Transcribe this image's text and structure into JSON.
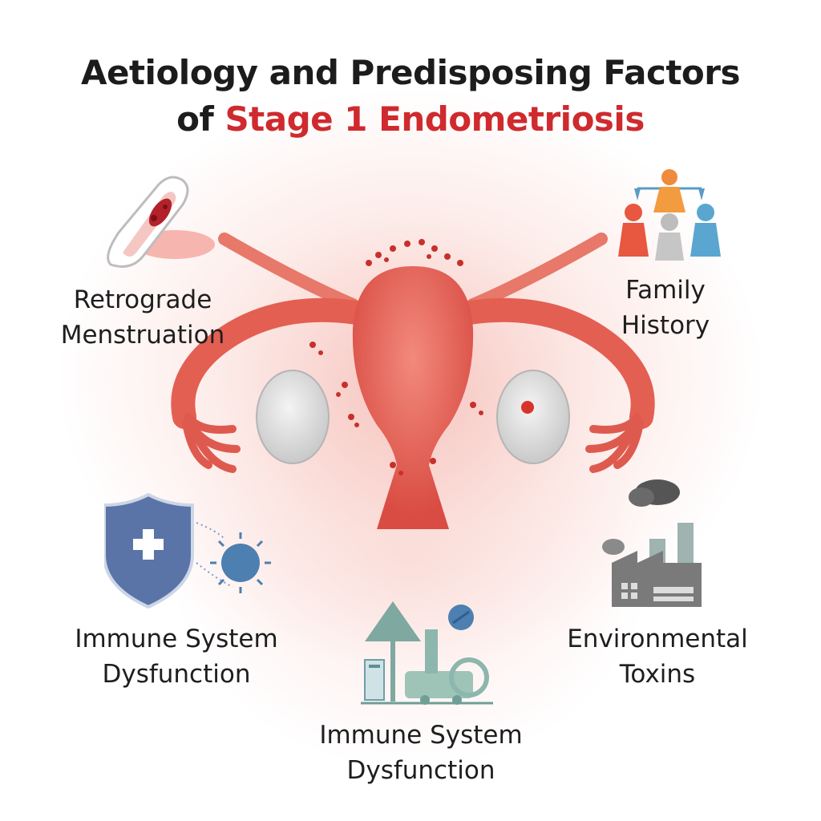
{
  "title": {
    "line1": "Aetiology and Predisposing Factors",
    "line2_prefix": "of",
    "line2_accent": "Stage 1 Endometriosis"
  },
  "factors": [
    {
      "line1": "Retrograde",
      "line2": "Menstruation",
      "icon": "sanitary-pad-icon"
    },
    {
      "line1": "Family",
      "line2": "History",
      "icon": "family-icon"
    },
    {
      "line1": "Immune System",
      "line2": "Dysfunction",
      "icon": "shield-virus-icon"
    },
    {
      "line1": "Environmental",
      "line2": "Toxins",
      "icon": "factory-icon"
    },
    {
      "line1": "Immune System",
      "line2": "Dysfunction",
      "icon": "clinic-icon"
    }
  ],
  "colors": {
    "accent": "#cf2a2e",
    "uterus": "#e8675a",
    "ovary": "#dcdcdc",
    "shield": "#5a74a8",
    "virus": "#4d7fb0"
  }
}
